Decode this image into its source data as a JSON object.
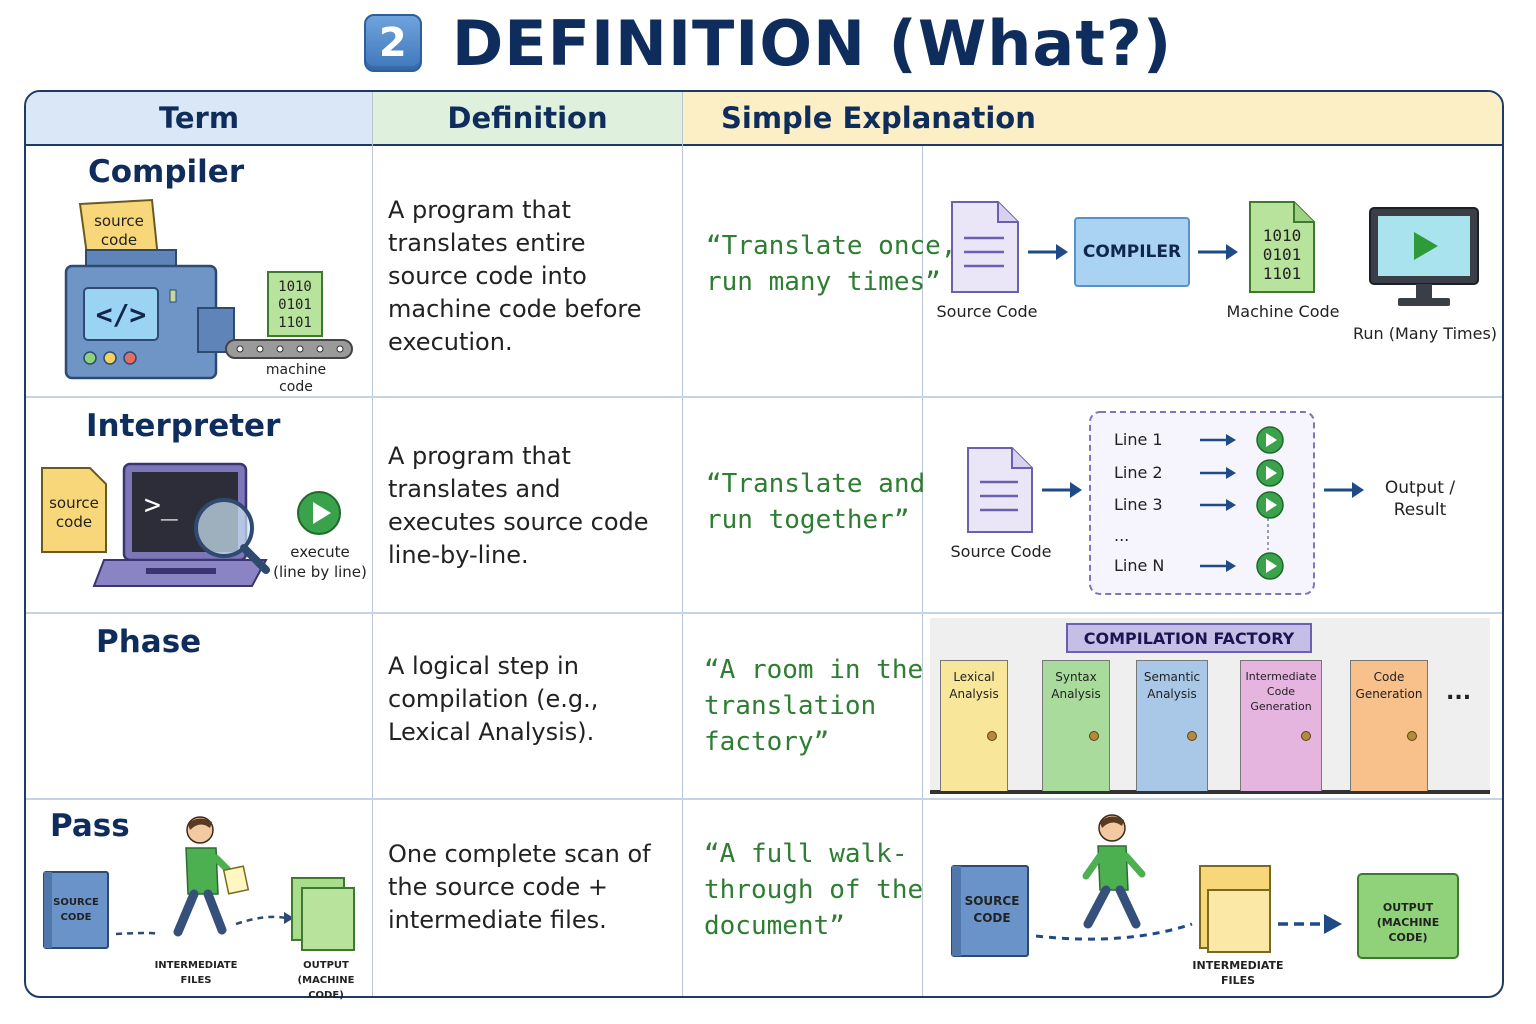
{
  "header": {
    "badge": "2",
    "title": "DEFINITION (What?)"
  },
  "columns": {
    "term": "Term",
    "definition": "Definition",
    "explanation": "Simple Explanation"
  },
  "rows": [
    {
      "term": "Compiler",
      "definition": "A program that translates entire source code into machine code before execution.",
      "quote_l1": "“Translate once,",
      "quote_l2": "run many times”",
      "icon_labels": {
        "paper": [
          "source",
          "code"
        ],
        "binary": [
          "1010",
          "0101",
          "1101"
        ],
        "output": [
          "machine",
          "code"
        ]
      },
      "flow": {
        "source": "Source Code",
        "compiler": "COMPILER",
        "machine": "Machine Code",
        "run": "Run (Many Times)",
        "binary": [
          "1010",
          "0101",
          "1101"
        ]
      }
    },
    {
      "term": "Interpreter",
      "definition": "A program that translates and executes source code line-by-line.",
      "quote_l1": "“Translate and",
      "quote_l2": "run together”",
      "icon_labels": {
        "paper": [
          "source",
          "code"
        ],
        "execute": [
          "execute",
          "(line by line)"
        ]
      },
      "flow": {
        "source": "Source Code",
        "lines": [
          "Line 1",
          "Line 2",
          "Line 3",
          "...",
          "Line N"
        ],
        "output": [
          "Output /",
          "Result"
        ]
      }
    },
    {
      "term": "Phase",
      "definition": "A logical step in compilation (e.g., Lexical Analysis).",
      "quote_l1": "“A room in the",
      "quote_l2": " translation",
      "quote_l3": " factory”",
      "factory": {
        "title": "COMPILATION FACTORY",
        "doors": [
          {
            "label": [
              "Lexical",
              "Analysis"
            ],
            "color": "#f8e79a"
          },
          {
            "label": [
              "Syntax",
              "Analysis"
            ],
            "color": "#a9dc9c"
          },
          {
            "label": [
              "Semantic",
              "Analysis"
            ],
            "color": "#a9c8e8"
          },
          {
            "label": [
              "Intermediate",
              "Code",
              "Generation"
            ],
            "color": "#e5b4df"
          },
          {
            "label": [
              "Code",
              "Generation"
            ],
            "color": "#f8c08a"
          }
        ],
        "more": "..."
      }
    },
    {
      "term": "Pass",
      "definition": "One complete scan of the source code + intermediate files.",
      "quote_l1": "“A full walk-",
      "quote_l2": " through of the",
      "quote_l3": " document”",
      "icon_labels": {
        "book": [
          "SOURCE",
          "CODE"
        ],
        "intermediate": [
          "INTERMEDIATE",
          "FILES"
        ],
        "output": [
          "OUTPUT",
          "(MACHINE CODE)"
        ]
      },
      "flow": {
        "book": [
          "SOURCE",
          "CODE"
        ],
        "intermediate": [
          "INTERMEDIATE",
          "FILES"
        ],
        "output": [
          "OUTPUT",
          "(MACHINE CODE)"
        ]
      }
    }
  ]
}
